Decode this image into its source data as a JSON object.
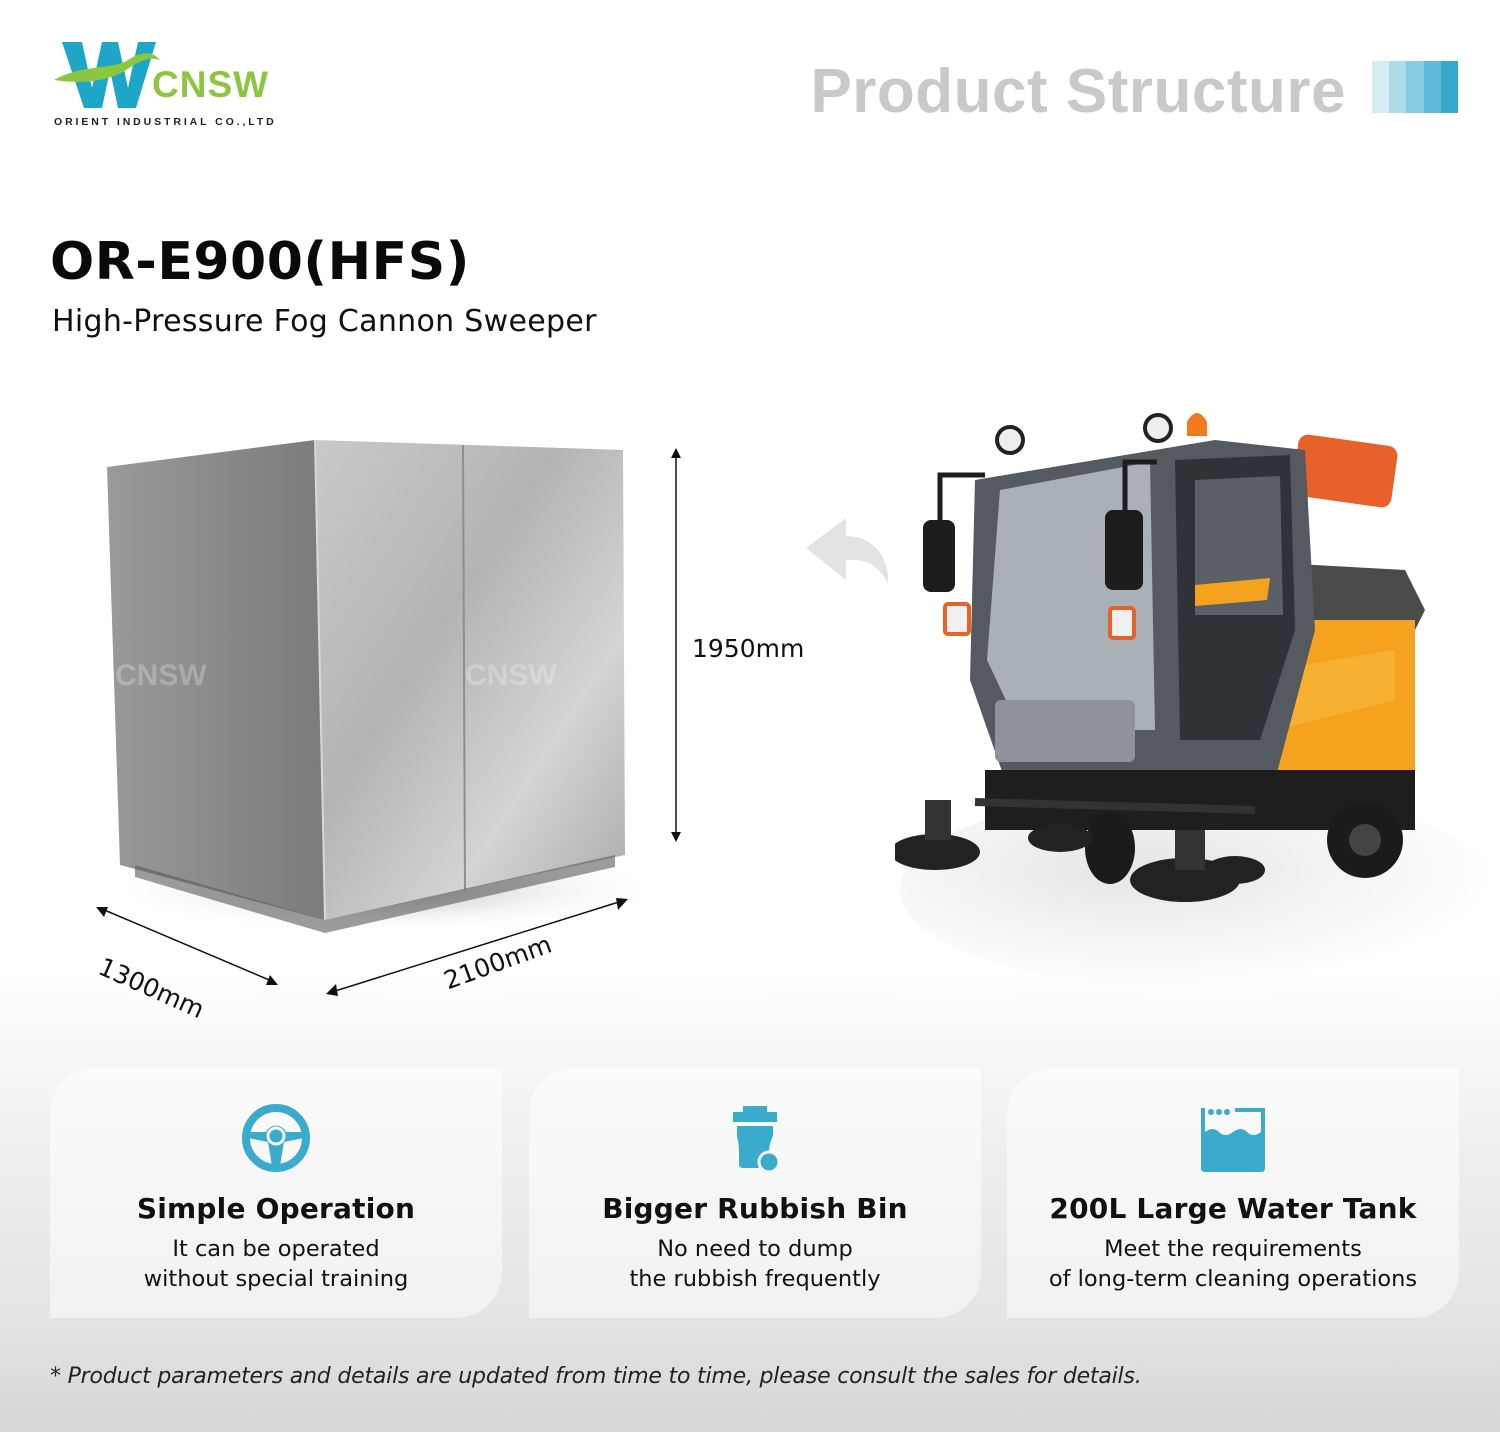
{
  "brand": {
    "logo_text": "CNSW",
    "logo_subtitle": "ORIENT INDUSTRIAL CO.,LTD",
    "logo_mark_letter": "W",
    "colors": {
      "teal": "#1ea6c8",
      "green": "#8cc63f"
    }
  },
  "header": {
    "section_title": "Product Structure",
    "bar_colors": [
      "#d6edf4",
      "#aedbea",
      "#88cbe2",
      "#5fb9d8",
      "#37a8cc"
    ]
  },
  "product": {
    "model": "OR-E900(HFS)",
    "name": "High-Pressure Fog Cannon Sweeper"
  },
  "packaging": {
    "height": "1950mm",
    "depth": "1300mm",
    "width": "2100mm"
  },
  "features": [
    {
      "icon": "steering-wheel-icon",
      "title": "Simple Operation",
      "lines": [
        "It can be operated",
        "without special training"
      ]
    },
    {
      "icon": "rubbish-bin-icon",
      "title": "Bigger Rubbish Bin",
      "lines": [
        "No need to dump",
        "the rubbish frequently"
      ]
    },
    {
      "icon": "water-tank-icon",
      "title": "200L Large Water Tank",
      "lines": [
        "Meet the requirements",
        "of long-term cleaning operations"
      ]
    }
  ],
  "accent_color": "#3aaacd",
  "footnote": "* Product parameters and details are updated from time to time, please consult the sales for details."
}
